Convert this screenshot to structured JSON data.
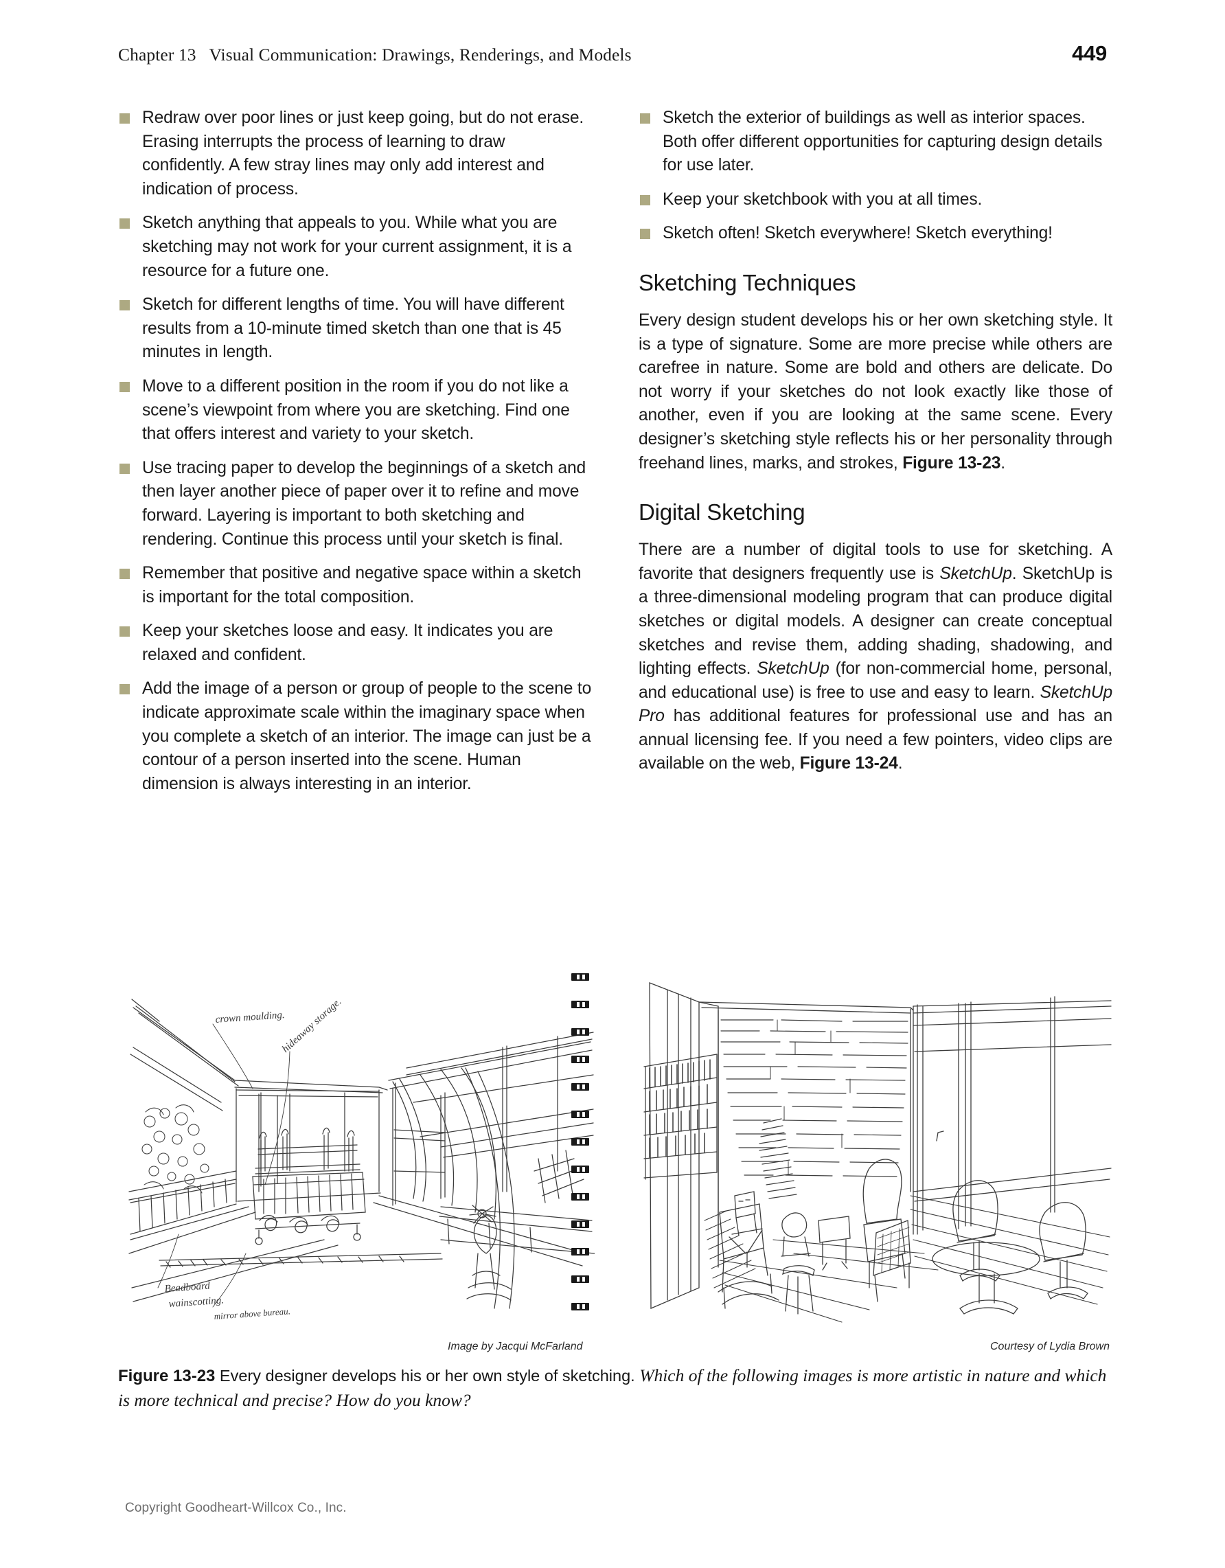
{
  "header": {
    "chapter_label": "Chapter 13",
    "chapter_title": "Visual Communication: Drawings, Renderings, and Models",
    "running_head": "Chapter 13   Visual Communication: Drawings, Renderings, and Models",
    "page_number": "449"
  },
  "colors": {
    "bullet_marker": "#ada982",
    "body_text": "#1b1b1b",
    "footer_text": "#6e6e6e",
    "sketch_ink": "#3a3a3a"
  },
  "left_column": {
    "bullets": [
      "Redraw over poor lines or just keep going, but do not erase. Erasing interrupts the process of learning to draw confidently. A few stray lines may only add interest and indication of process.",
      "Sketch anything that appeals to you. While what you are sketching may not work for your current assignment, it is a resource for a future one.",
      "Sketch for different lengths of time. You will have different results from a 10-minute timed sketch than one that is 45 minutes in length.",
      "Move to a different position in the room if you do not like a scene’s viewpoint from where you are sketching. Find one that offers interest and variety to your sketch.",
      "Use tracing paper to develop the beginnings of a sketch and then layer another piece of paper over it to refine and move forward. Layering is important to both sketching and rendering. Continue this process until your sketch is final.",
      "Remember that positive and negative space within a sketch is important for the total composition.",
      "Keep your sketches loose and easy. It indicates you are relaxed and confident.",
      "Add the image of a person or group of people to the scene to indicate approximate scale within the imaginary space when you complete a sketch of an interior. The image can just be a contour of a person inserted into the scene. Human dimension is always interesting in an interior."
    ]
  },
  "right_column": {
    "bullets": [
      "Sketch the exterior of buildings as well as interior spaces. Both offer different opportunities for capturing design details for use later.",
      "Keep your sketchbook with you at all times.",
      "Sketch often! Sketch everywhere! Sketch everything!"
    ],
    "sections": [
      {
        "heading": "Sketching Techniques",
        "paragraph_parts": [
          {
            "type": "text",
            "text": "Every design student develops his or her own sketching style. It is a type of signature. Some are more precise while others are carefree in nature. Some are bold and others are delicate. Do not worry if your sketches do not look exactly like those of another, even if you are looking at the same scene. Every designer’s sketching style reflects his or her personality through freehand lines, marks, and strokes, "
          },
          {
            "type": "bold",
            "text": "Figure 13-23"
          },
          {
            "type": "text",
            "text": "."
          }
        ]
      },
      {
        "heading": "Digital Sketching",
        "paragraph_parts": [
          {
            "type": "text",
            "text": "There are a number of digital tools to use for sketching. A favorite that designers frequently use is "
          },
          {
            "type": "italic",
            "text": "SketchUp"
          },
          {
            "type": "text",
            "text": ". SketchUp is a three-dimensional modeling program that can produce digital sketches or digital models. A designer can create conceptual sketches and revise them, adding shading, shadowing, and lighting effects. "
          },
          {
            "type": "italic",
            "text": "SketchUp"
          },
          {
            "type": "text",
            "text": " (for non-commercial home, personal, and educational use) is free to use and easy to learn. "
          },
          {
            "type": "italic",
            "text": "SketchUp Pro"
          },
          {
            "type": "text",
            "text": " has additional features for professional use and has an annual licensing fee. If you need a few pointers, video clips are available on the web, "
          },
          {
            "type": "bold",
            "text": "Figure 13-24"
          },
          {
            "type": "text",
            "text": "."
          }
        ]
      }
    ]
  },
  "figure": {
    "left_image": {
      "description": "Freehand pen perspective sketch of a bedroom interior in a spiral-bound sketchbook",
      "annotations": [
        "crown moulding.",
        "hideaway storage.",
        "Beadboard wainscotting.",
        "mirror above bureau."
      ]
    },
    "right_image": {
      "description": "Freehand pen perspective sketch of a lounge interior with bookshelves, stone wall, lounge chairs and round tables"
    },
    "credit_left": "Image by Jacqui McFarland",
    "credit_right": "Courtesy of Lydia Brown",
    "caption_number": "Figure 13-23",
    "caption_lead": " Every designer develops his or her own style of sketching. ",
    "caption_question": "Which of the following images is more artistic in nature and which is more technical and precise? How do you know?"
  },
  "footer": {
    "copyright": "Copyright Goodheart-Willcox Co., Inc."
  }
}
